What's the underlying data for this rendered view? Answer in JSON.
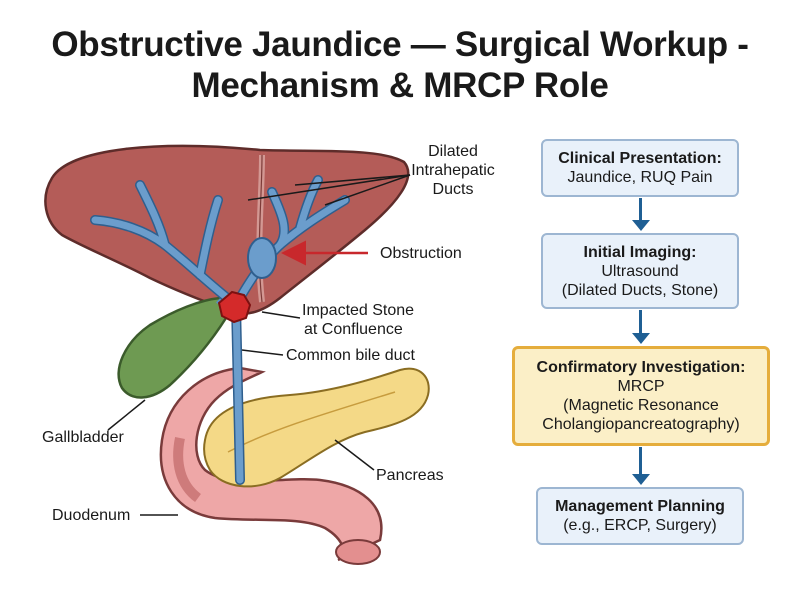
{
  "title": {
    "line1": "Obstructive Jaundice — Surgical Workup -",
    "line2": "Mechanism & MRCP Role"
  },
  "anatomy_labels": {
    "dilated_ducts": [
      "Dilated",
      "Intrahepatic",
      "Ducts"
    ],
    "obstruction": "Obstruction",
    "impacted_stone": [
      "Impacted Stone",
      "at Confluence"
    ],
    "common_bile_duct": "Common bile duct",
    "gallbladder": "Gallbladder",
    "pancreas": "Pancreas",
    "duodenum": "Duodenum"
  },
  "flowchart": {
    "steps": [
      {
        "head": "Clinical Presentation:",
        "body": [
          "Jaundice, RUQ Pain"
        ],
        "highlight": false
      },
      {
        "head": "Initial Imaging:",
        "body": [
          "Ultrasound",
          "(Dilated Ducts, Stone)"
        ],
        "highlight": false
      },
      {
        "head": "Confirmatory Investigation:",
        "body": [
          "MRCP",
          "(Magnetic Resonance",
          "Cholangiopancreatography)"
        ],
        "highlight": true
      },
      {
        "head": "Management Planning",
        "body": [
          "(e.g., ERCP, Surgery)"
        ],
        "highlight": false
      }
    ]
  },
  "colors": {
    "liver": "#b45c58",
    "bile_duct": "#5a8fc0",
    "stone": "#d42a2a",
    "gallbladder": "#6e9a52",
    "pancreas": "#f4d987",
    "duodenum": "#eea7a7",
    "flow_box_fill": "#e9f1fa",
    "flow_box_border": "#9db6d2",
    "highlight_fill": "#fbefc7",
    "highlight_border": "#e5ad3c",
    "arrow": "#1f5f94",
    "obstruction_arrow": "#c8282c"
  }
}
